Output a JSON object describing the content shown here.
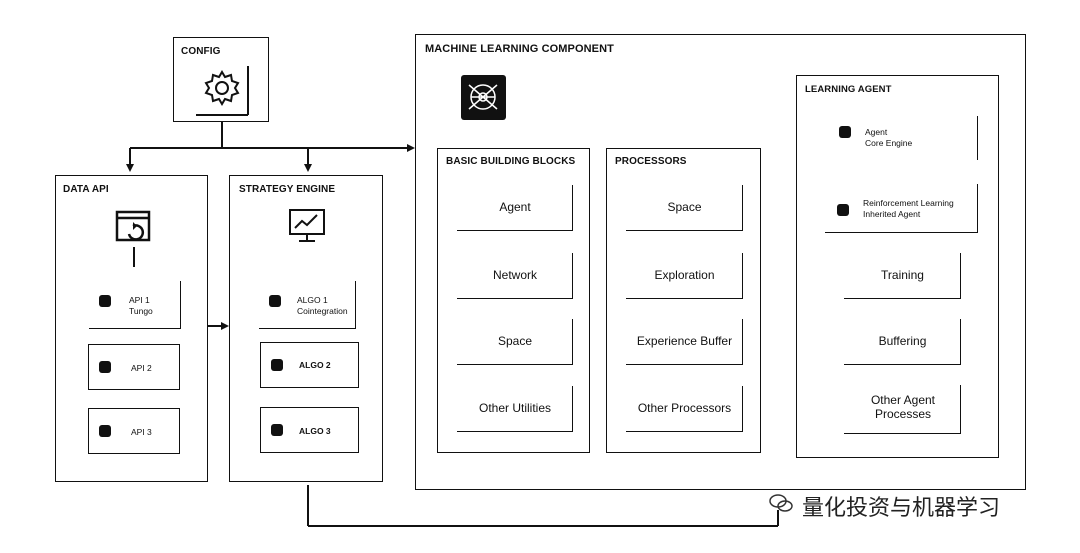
{
  "config": {
    "title": "CONFIG",
    "icon": "gear-icon"
  },
  "data_api": {
    "title": "DATA API",
    "icon": "database-refresh-icon",
    "items": [
      {
        "line1": "API 1",
        "line2": "Tungo"
      },
      {
        "line1": "API 2",
        "line2": ""
      },
      {
        "line1": "API 3",
        "line2": ""
      }
    ]
  },
  "strategy_engine": {
    "title": "STRATEGY ENGINE",
    "icon": "monitor-chart-icon",
    "items": [
      {
        "line1": "ALGO 1",
        "line2": "Cointegration"
      },
      {
        "line1": "ALGO 2",
        "line2": ""
      },
      {
        "line1": "ALGO 3",
        "line2": ""
      }
    ]
  },
  "ml_component": {
    "title": "MACHINE LEARNING COMPONENT",
    "icon": "neural-network-icon",
    "basic_blocks": {
      "title": "BASIC BUILDING BLOCKS",
      "items": [
        "Agent",
        "Network",
        "Space",
        "Other Utilities"
      ]
    },
    "processors": {
      "title": "PROCESSORS",
      "items": [
        "Space",
        "Exploration",
        "Experience Buffer",
        "Other Processors"
      ]
    },
    "learning_agent": {
      "title": "LEARNING AGENT",
      "core": {
        "line1": "Agent",
        "line2": "Core Engine"
      },
      "rl": {
        "line1": "Reinforcement Learning",
        "line2": "Inherited Agent"
      },
      "items": [
        "Training",
        "Buffering",
        "Other Agent Processes"
      ]
    }
  },
  "watermark": "量化投资与机器学习"
}
